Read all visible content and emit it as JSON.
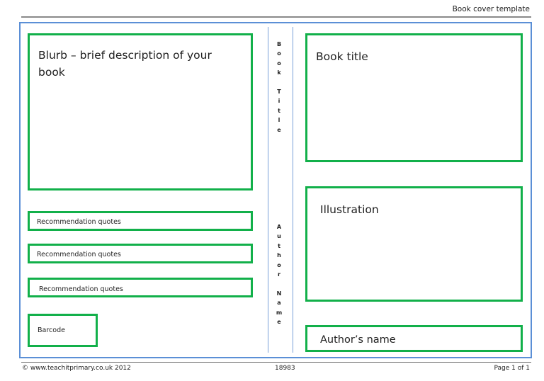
{
  "header": {
    "title": "Book cover template"
  },
  "back_cover": {
    "blurb_label": "Blurb – brief description of your book",
    "recommendations": [
      {
        "label": "Recommendation quotes"
      },
      {
        "label": "Recommendation quotes"
      },
      {
        "label": "Recommendation quotes"
      }
    ],
    "barcode_label": "Barcode"
  },
  "spine": {
    "title_letters": [
      "B",
      "o",
      "o",
      "k",
      "",
      "T",
      "i",
      "t",
      "l",
      "e"
    ],
    "author_letters": [
      "A",
      "u",
      "t",
      "h",
      "o",
      "r",
      "",
      "N",
      "a",
      "m",
      "e"
    ]
  },
  "front_cover": {
    "title_label": "Book title",
    "illustration_label": "Illustration",
    "author_label": "Author’s name"
  },
  "footer": {
    "copyright": "© www.teachitprimary.co.uk 2012",
    "doc_id": "18983",
    "page": "Page 1 of 1"
  },
  "colors": {
    "box_border": "#12b04a",
    "outer_border": "#5b8fd6",
    "rule": "#8a8a8a"
  }
}
